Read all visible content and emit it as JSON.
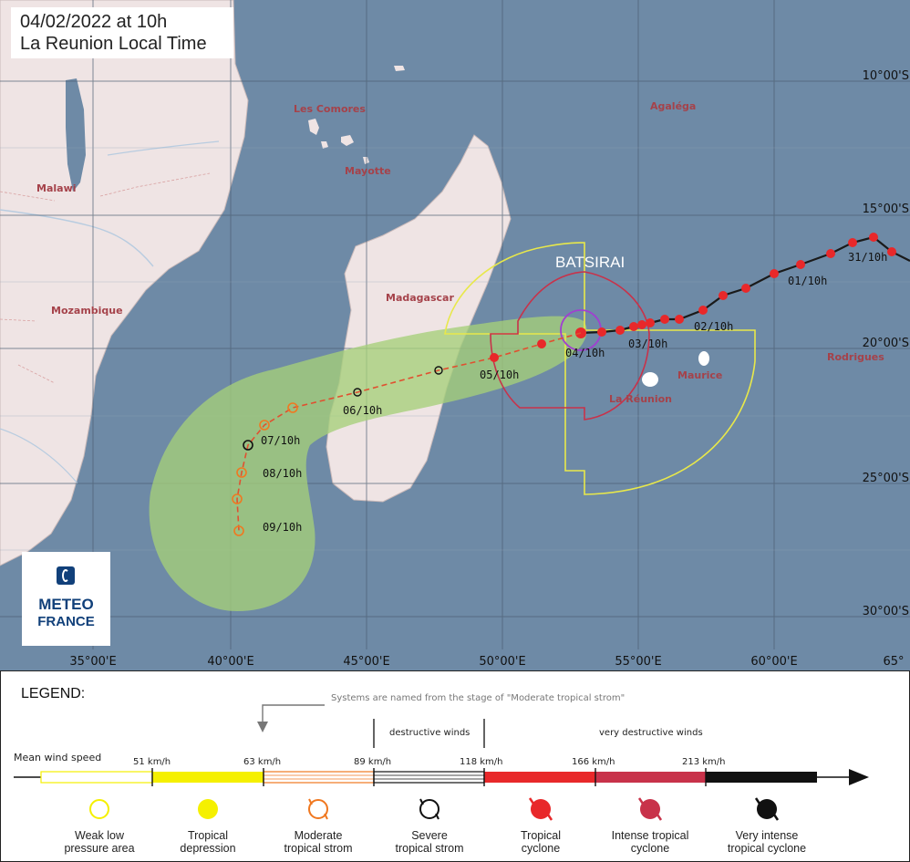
{
  "header": {
    "date_line": "04/02/2022 at 10h",
    "time_line": "La Reunion Local Time"
  },
  "map": {
    "storm_name": "BATSIRAI",
    "country_labels": {
      "malawi": "Malawi",
      "mozambique": "Mozambique",
      "les_comores": "Les Comores",
      "mayotte": "Mayotte",
      "madagascar": "Madagascar",
      "agalega": "Agaléga",
      "maurice": "Maurice",
      "la_reunion": "La Réunion",
      "rodrigues": "Rodrigues"
    },
    "lat_labels": [
      "10°00'S",
      "15°00'S",
      "20°00'S",
      "25°00'S",
      "30°00'S"
    ],
    "lon_labels": [
      "35°00'E",
      "40°00'E",
      "45°00'E",
      "50°00'E",
      "55°00'E",
      "60°00'E",
      "65°"
    ],
    "date_labels": [
      "31/10h",
      "01/10h",
      "02/10h",
      "03/10h",
      "04/10h",
      "05/10h",
      "06/10h",
      "07/10h",
      "08/10h",
      "09/10h"
    ],
    "colors": {
      "ocean": "#6e8aa6",
      "land": "#efe4e4",
      "cone": "#a5cf7a",
      "destructive_radius": "#e8e84a",
      "very_destructive_radius": "#c8324a",
      "core_radius": "#a040d0",
      "track_observed": "#1a1a1a",
      "tropical_cyclone": "#e8282a",
      "forecast_track": "#e05030",
      "moderate": "#f07820"
    }
  },
  "logo": {
    "line1": "METEO",
    "line2": "FRANCE"
  },
  "legend": {
    "title": "LEGEND:",
    "naming_note": "Systems are named from the stage of \"Moderate tropical strom\"",
    "destructive": "destructive winds",
    "very_destructive": "very destructive winds",
    "mean_wind": "Mean wind speed",
    "thresholds": [
      "51 km/h",
      "63 km/h",
      "89 km/h",
      "118 km/h",
      "166 km/h",
      "213 km/h"
    ],
    "symbols": [
      {
        "line1": "Weak low",
        "line2": "pressure area",
        "color": "#f5f000"
      },
      {
        "line1": "Tropical",
        "line2": "depression",
        "color": "#f5f000"
      },
      {
        "line1": "Moderate",
        "line2": "tropical strom",
        "color": "#f07820"
      },
      {
        "line1": "Severe",
        "line2": "tropical strom",
        "color": "#111111"
      },
      {
        "line1": "Tropical",
        "line2": "cyclone",
        "color": "#e8282a"
      },
      {
        "line1": "Intense tropical",
        "line2": "cyclone",
        "color": "#c8324a"
      },
      {
        "line1": "Very intense",
        "line2": "tropical cyclone",
        "color": "#111111"
      }
    ]
  }
}
